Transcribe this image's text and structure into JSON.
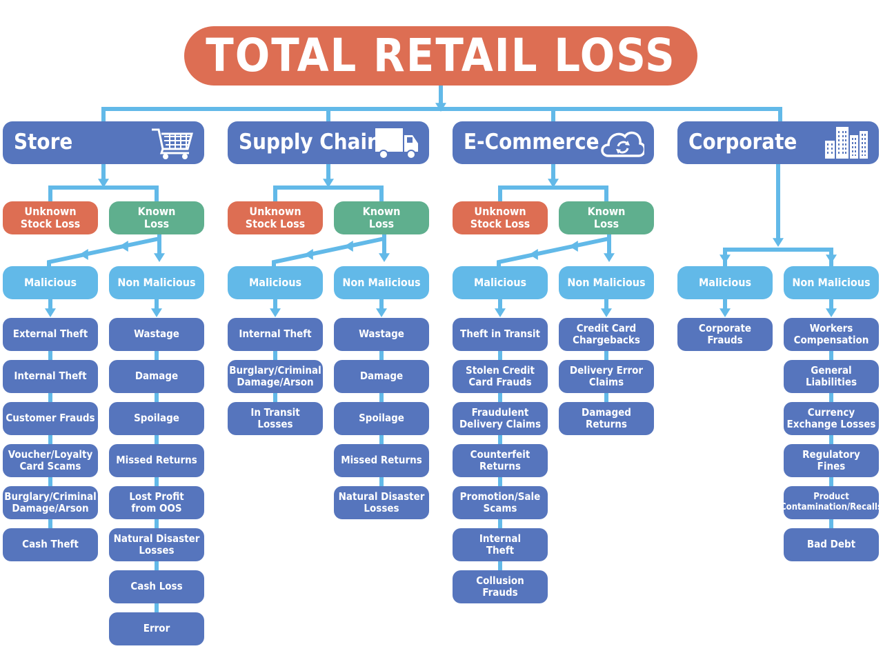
{
  "title": "TOTAL RETAIL LOSS",
  "colors": {
    "title": "#dd6e53",
    "category": "#5675bd",
    "unknown": "#dd6e53",
    "known": "#5faf8e",
    "kind": "#62b9e8",
    "leaf": "#5675bd",
    "connector": "#62b9e8"
  },
  "categories": [
    {
      "name": "Store",
      "icon": "shopping-cart-icon",
      "unknown_label": "Unknown\nStock Loss",
      "known_label": "Known\nLoss",
      "malicious_label": "Malicious",
      "non_malicious_label": "Non Malicious",
      "malicious_items": [
        "External Theft",
        "Internal Theft",
        "Customer Frauds",
        "Voucher/Loyalty\nCard Scams",
        "Burglary/Criminal\nDamage/Arson",
        "Cash Theft"
      ],
      "non_malicious_items": [
        "Wastage",
        "Damage",
        "Spoilage",
        "Missed Returns",
        "Lost Profit\nfrom OOS",
        "Natural Disaster\nLosses",
        "Cash Loss",
        "Error"
      ]
    },
    {
      "name": "Supply Chain",
      "icon": "delivery-truck-icon",
      "unknown_label": "Unknown\nStock Loss",
      "known_label": "Known\nLoss",
      "malicious_label": "Malicious",
      "non_malicious_label": "Non Malicious",
      "malicious_items": [
        "Internal Theft",
        "Burglary/Criminal\nDamage/Arson",
        "In Transit\nLosses"
      ],
      "non_malicious_items": [
        "Wastage",
        "Damage",
        "Spoilage",
        "Missed Returns",
        "Natural Disaster\nLosses"
      ]
    },
    {
      "name": "E-Commerce",
      "icon": "cloud-sync-icon",
      "unknown_label": "Unknown\nStock Loss",
      "known_label": "Known\nLoss",
      "malicious_label": "Malicious",
      "non_malicious_label": "Non Malicious",
      "malicious_items": [
        "Theft in Transit",
        "Stolen Credit\nCard Frauds",
        "Fraudulent\nDelivery Claims",
        "Counterfeit\nReturns",
        "Promotion/Sale\nScams",
        "Internal\nTheft",
        "Collusion\nFrauds"
      ],
      "non_malicious_items": [
        "Credit Card\nChargebacks",
        "Delivery Error\nClaims",
        "Damaged\nReturns"
      ]
    },
    {
      "name": "Corporate",
      "icon": "office-buildings-icon",
      "malicious_label": "Malicious",
      "non_malicious_label": "Non Malicious",
      "malicious_items": [
        "Corporate\nFrauds"
      ],
      "non_malicious_items": [
        "Workers\nCompensation",
        "General\nLiabilities",
        "Currency\nExchange Losses",
        "Regulatory\nFines",
        "Product\nContamination/Recalls",
        "Bad Debt"
      ]
    }
  ]
}
